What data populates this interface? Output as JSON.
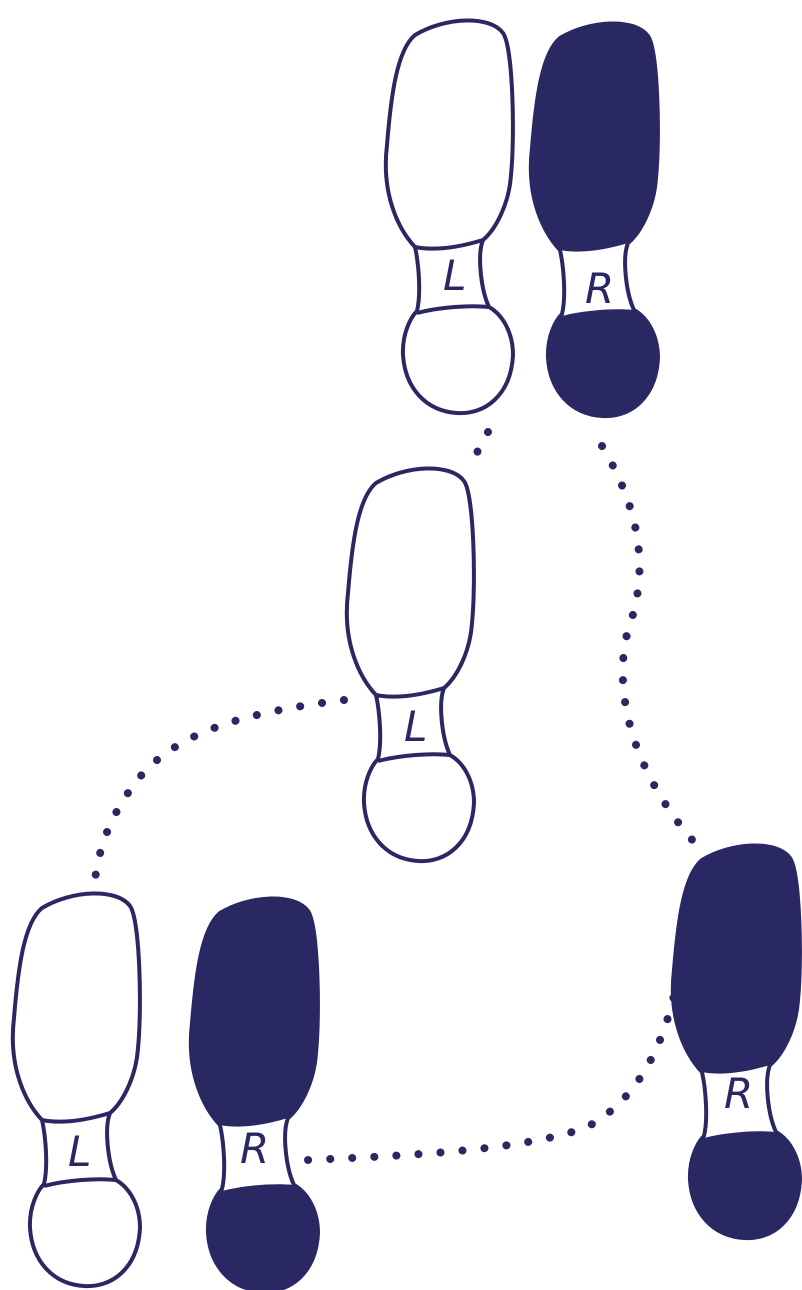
{
  "colors": {
    "ink": "#2a2863",
    "paper": "#ffffff"
  },
  "labels": {
    "left": "L",
    "right": "R"
  },
  "footprints": [
    {
      "id": "top-left",
      "foot": "left",
      "filled": false
    },
    {
      "id": "top-right",
      "foot": "right",
      "filled": true
    },
    {
      "id": "middle-left",
      "foot": "left",
      "filled": false
    },
    {
      "id": "bottom-left",
      "foot": "left",
      "filled": false
    },
    {
      "id": "bottom-right",
      "foot": "right",
      "filled": true
    },
    {
      "id": "far-right",
      "foot": "right",
      "filled": true
    }
  ],
  "paths": [
    {
      "id": "top-left-to-middle-left",
      "style": "dotted"
    },
    {
      "id": "top-right-to-far-right",
      "style": "dotted"
    },
    {
      "id": "middle-left-to-bottom-left",
      "style": "dotted"
    },
    {
      "id": "bottom-right-to-far-right",
      "style": "dotted"
    }
  ]
}
